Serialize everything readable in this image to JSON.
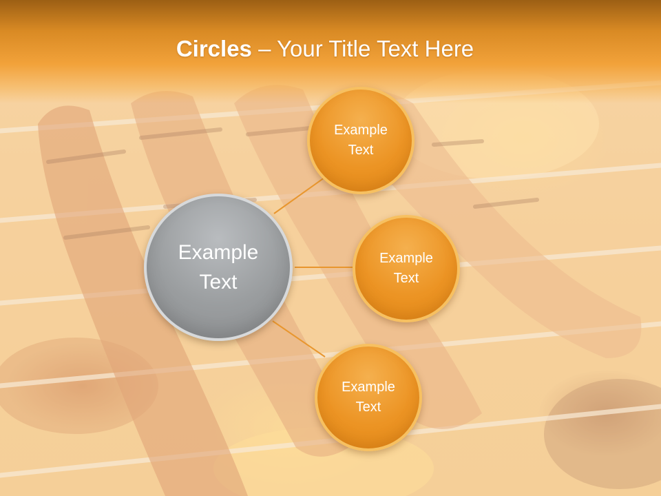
{
  "slide": {
    "title_bold": "Circles",
    "title_rest": " – Your Title Text Here"
  },
  "diagram": {
    "center": {
      "label": "Example\nText",
      "color": "#9a9d9f"
    },
    "satellites": [
      {
        "label": "Example\nText",
        "color": "#ec9424"
      },
      {
        "label": "Example\nText",
        "color": "#ec9424"
      },
      {
        "label": "Example\nText",
        "color": "#ec9424"
      }
    ],
    "connector_color": "#e8962e"
  }
}
